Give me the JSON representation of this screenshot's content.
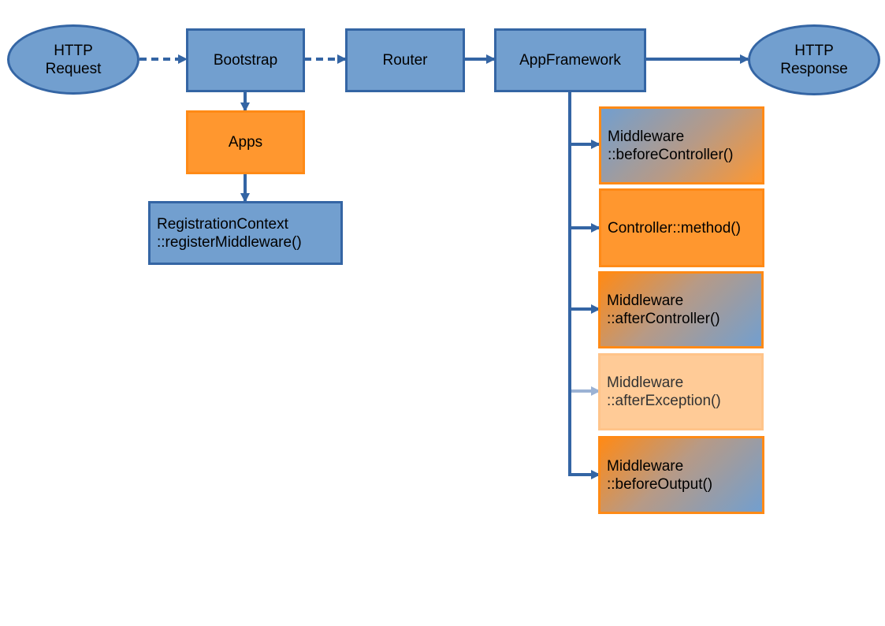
{
  "diagram": {
    "nodes": {
      "http_request": {
        "line1": "HTTP",
        "line2": "Request"
      },
      "bootstrap": {
        "label": "Bootstrap"
      },
      "router": {
        "label": "Router"
      },
      "appframework": {
        "label": "AppFramework"
      },
      "http_response": {
        "line1": "HTTP",
        "line2": "Response"
      },
      "apps": {
        "label": "Apps"
      },
      "registration_context": {
        "line1": "RegistrationContext",
        "line2": "::registerMiddleware()"
      },
      "before_controller": {
        "line1": "Middleware",
        "line2": "::beforeController()"
      },
      "controller_method": {
        "label": "Controller::method()"
      },
      "after_controller": {
        "line1": "Middleware",
        "line2": "::afterController()"
      },
      "after_exception": {
        "line1": "Middleware",
        "line2": "::afterException()"
      },
      "before_output": {
        "line1": "Middleware",
        "line2": "::beforeOutput()"
      }
    },
    "colors": {
      "blue_fill": "#729fcf",
      "blue_stroke": "#3465a4",
      "orange_fill": "#ff972f",
      "orange_stroke": "#ff8a16",
      "faded_orange_fill": "#ffcb97",
      "faded_arrow": "#9bb2d4"
    },
    "edges": [
      {
        "from": "http_request",
        "to": "bootstrap",
        "style": "dashed"
      },
      {
        "from": "bootstrap",
        "to": "router",
        "style": "dashed"
      },
      {
        "from": "router",
        "to": "appframework",
        "style": "solid"
      },
      {
        "from": "appframework",
        "to": "http_response",
        "style": "solid"
      },
      {
        "from": "bootstrap",
        "to": "apps",
        "style": "solid"
      },
      {
        "from": "apps",
        "to": "registration_context",
        "style": "solid"
      },
      {
        "from": "appframework",
        "to": "before_controller",
        "style": "solid"
      },
      {
        "from": "appframework",
        "to": "controller_method",
        "style": "solid"
      },
      {
        "from": "appframework",
        "to": "after_controller",
        "style": "solid"
      },
      {
        "from": "appframework",
        "to": "after_exception",
        "style": "faded"
      },
      {
        "from": "appframework",
        "to": "before_output",
        "style": "solid"
      }
    ]
  }
}
